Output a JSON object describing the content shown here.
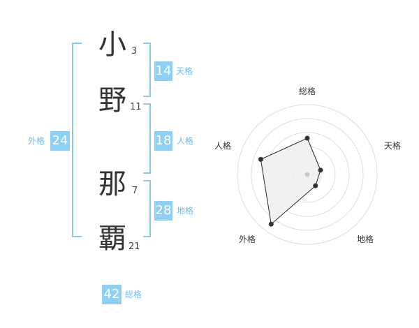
{
  "name": {
    "chars": [
      {
        "char": "小",
        "strokes": "3"
      },
      {
        "char": "野",
        "strokes": "11"
      },
      {
        "char": "那",
        "strokes": "7"
      },
      {
        "char": "覇",
        "strokes": "21"
      }
    ]
  },
  "scores": {
    "tenkaku": {
      "value": "14",
      "label": "天格"
    },
    "jinkaku": {
      "value": "18",
      "label": "人格"
    },
    "chikaku": {
      "value": "28",
      "label": "地格"
    },
    "gaikaku": {
      "value": "24",
      "label": "外格"
    },
    "soukaku": {
      "value": "42",
      "label": "総格"
    }
  },
  "colors": {
    "accent": "#8dcff5",
    "bracket": "#88c9f0",
    "label": "#6cbde8",
    "grid": "#dddddd",
    "fill": "#efefef"
  },
  "chart_data": {
    "type": "radar",
    "categories": [
      "総格",
      "天格",
      "地格",
      "外格",
      "人格"
    ],
    "values": [
      2.6,
      1.0,
      1.0,
      4.4,
      3.5
    ],
    "rmax": 5,
    "rings": [
      1,
      2,
      3,
      4,
      5
    ],
    "grid": true
  }
}
